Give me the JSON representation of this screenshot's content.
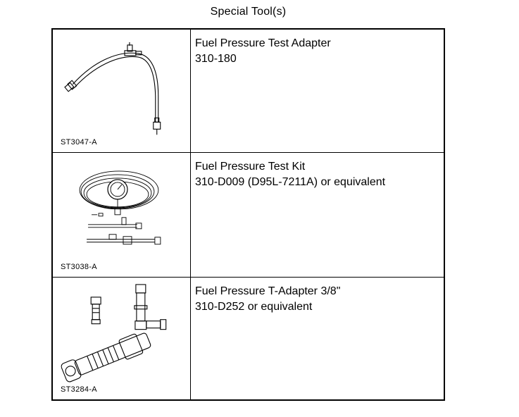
{
  "title": "Special Tool(s)",
  "tools": [
    {
      "code": "ST3047-A",
      "name": "Fuel Pressure Test Adapter",
      "part": "310-180",
      "icon": "fuel-pressure-test-adapter-illustration"
    },
    {
      "code": "ST3038-A",
      "name": "Fuel Pressure Test Kit",
      "part": "310-D009 (D95L-7211A) or equivalent",
      "icon": "fuel-pressure-test-kit-illustration"
    },
    {
      "code": "ST3284-A",
      "name": "Fuel Pressure T-Adapter 3/8\"",
      "part": "310-D252 or equivalent",
      "icon": "fuel-pressure-t-adapter-illustration"
    }
  ]
}
